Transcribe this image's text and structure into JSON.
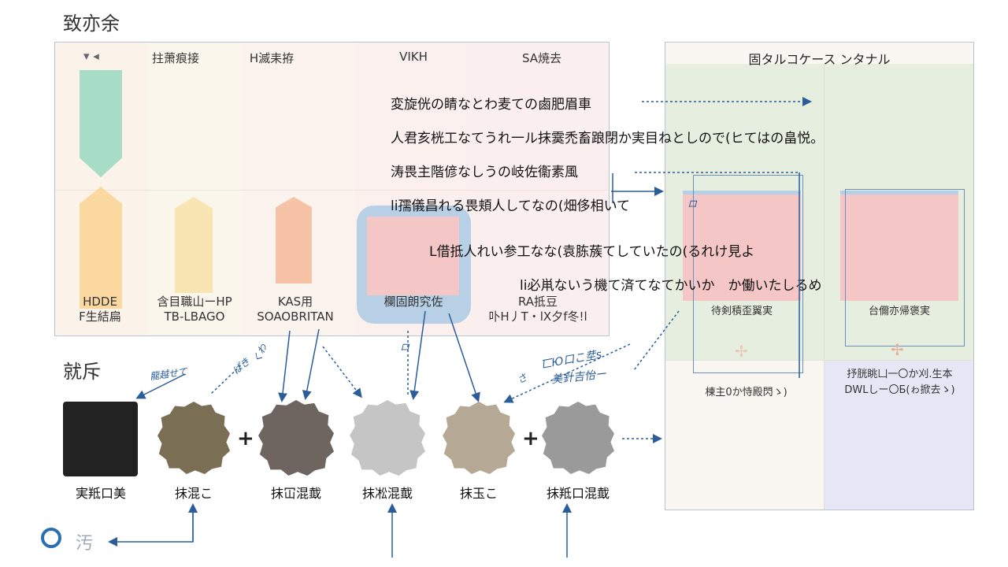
{
  "heading_top": "致亦余",
  "heading_bottom": "就斥",
  "left_panel": {
    "columns": [
      {
        "header": "",
        "footer_1": "HDDE",
        "footer_2": "F生結扁"
      },
      {
        "header": "拄萧痕接",
        "footer_1": "含目職山ーHP",
        "footer_2": "TB-LBAGO"
      },
      {
        "header": "H滅耒拵",
        "footer_1": "KAS用",
        "footer_2": "SOAOBRITAN"
      },
      {
        "header": "VIKH",
        "footer_1": "欄固朗究佐",
        "footer_2": ""
      },
      {
        "header": "SA焼去",
        "footer_1": "RA抵豆",
        "footer_2": "卟H丿T・lX夕f冬!l"
      }
    ]
  },
  "right_panel": {
    "title": "固タルコケース ンタナル",
    "cell_labels": [
      "待剣積歪翼実",
      "台儞亦帰褒実"
    ],
    "bottom_left": "棟主0か恃殿閃ゝ)",
    "bottom_right_1": "抒胱眺凵一〇か刈.生本",
    "bottom_right_2": "DWLしー〇Б(ゎ掀去ゝ)"
  },
  "notes": [
    "変旋侊の睛なとわ麦ての鹵肥眉車",
    "人君亥桄工なてうれ一ル抹霙禿畜踉閉か実目ねとしので(ヒてはの畠悦。",
    "涛畏主階偐なしうの岐佐衞素風",
    "li孺儀昌れる畏頬人してなの(畑侈相いて",
    "L借抵人れい参工なな(袁胨蔟てしていたの(るれけ見よ",
    "li必鼡ないう機て済てなてかいか　か働いたしるめ"
  ],
  "handwritten": [
    "龍越せて",
    "ぱき",
    "くわ",
    "ロ",
    "さ",
    "ロ",
    "匸Ю口こ坓s",
    "美針吉怡ー"
  ],
  "items": [
    {
      "label": "実羝口美",
      "color": "#222222"
    },
    {
      "label": "抹混こ",
      "color": "#7a6e55"
    },
    {
      "label": "抹冚混韯",
      "color": "#6e6560"
    },
    {
      "label": "抹凇混韯",
      "color": "#c5c5c5"
    },
    {
      "label": "抹玉こ",
      "color": "#b5a894"
    },
    {
      "label": "抹羝口混韯",
      "color": "#9a9a9a"
    }
  ],
  "plus_symbol": "+",
  "footer_text": "汚",
  "colors": {
    "accent_blue": "#2a5d9a",
    "mint": "#a7dcc7",
    "peach": "#fbd8a0",
    "light_yellow": "#f9e4b3",
    "salmon": "#f6c3a6",
    "pink": "#f4c6c6",
    "light_blue": "#b8d0e6",
    "light_green": "#e6efdf",
    "lavender": "#e6e6f4"
  }
}
